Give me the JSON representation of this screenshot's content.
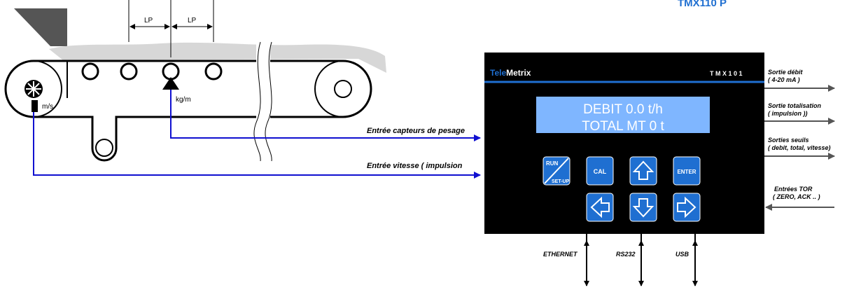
{
  "title": "TMX110 P",
  "brand": {
    "part1": "Tele",
    "part2": "Metrix"
  },
  "model": "T M X   1 0 1",
  "display": {
    "line1": "DEBIT 0.0 t/h",
    "line2": "TOTAL MT  0 t"
  },
  "keys": {
    "run_top": "RUN",
    "run_bottom": "SET-UP",
    "cal": "CAL",
    "enter": "ENTER"
  },
  "conveyor": {
    "lp1": "LP",
    "lp2": "LP",
    "speed_unit": "m/s",
    "load_unit": "kg/m"
  },
  "inputs": {
    "weighing": "Entrée capteurs de pesage",
    "speed": "Entrée vitesse ( impulsion"
  },
  "outputs": {
    "flow_line1": "Sortie débit",
    "flow_line2": "( 4-20 mA )",
    "total_line1": "Sortie totalisation",
    "total_line2": "( impulsion ))",
    "thresholds_line1": "Sorties seuils",
    "thresholds_line2": "( debit, total, vitesse)",
    "tor_line1": "Entrées TOR",
    "tor_line2": "( ZERO, ACK .. )"
  },
  "ports": {
    "ethernet": "ETHERNET",
    "rs232": "RS232",
    "usb": "USB"
  },
  "colors": {
    "accent": "#1f6fd1",
    "wire": "#1010d0",
    "lcd": "#7fb6ff",
    "panel": "#000000",
    "belt_shadow": "#d7d7d7",
    "hopper": "#555555",
    "arrow": "#555555"
  }
}
